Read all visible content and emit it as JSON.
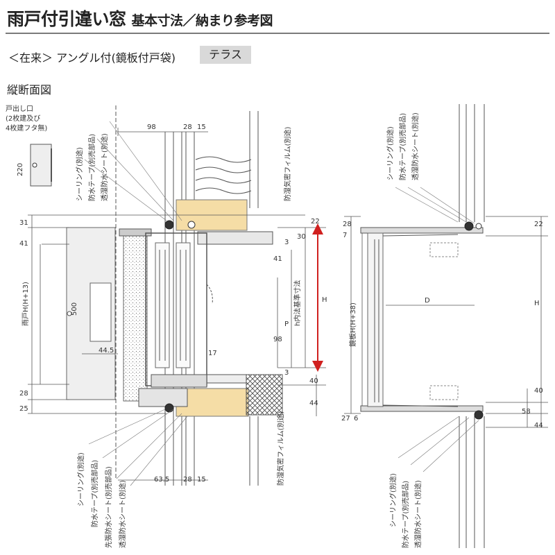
{
  "header": {
    "title": "雨戸付引違い窓",
    "subtitle": "基本寸法／納まり参考図",
    "spec": "＜在来＞ アングル付(鏡板付戸袋)",
    "tag": "テラス",
    "section": "縦断面図"
  },
  "left_view": {
    "callout_lines": [
      "戸出し口",
      "(2枚建及び",
      "4枚建フタ無)"
    ],
    "dims_top": [
      "98",
      "28",
      "15"
    ],
    "dims_bottom": [
      "63.5",
      "28",
      "15"
    ],
    "dims_left": [
      "31",
      "41",
      "28",
      "25"
    ],
    "dims_right": [
      "22",
      "30",
      "3",
      "41",
      "98",
      "17",
      "3",
      "40",
      "44"
    ],
    "dim_220": "220",
    "dim_500": "500",
    "dim_44_5": "44.5",
    "label_amado": "雨戸H(H+13)",
    "label_p": "P",
    "label_h_inner": "h内法基準寸法",
    "label_h": "H",
    "notes_top": [
      "シーリング(別途)",
      "防水テープ(別売部品)",
      "透湿防水シート(別途)"
    ],
    "note_top_film": "防湿気密フィルム(別途)",
    "notes_bottom": [
      "シーリング(別途)",
      "防水テープ(別売部品)",
      "先張防水シート(別売部品)",
      "透湿防水シート(別途)"
    ],
    "note_bottom_film": "防湿気密フィルム(別途)"
  },
  "right_view": {
    "dims_left": [
      "28",
      "7",
      "27",
      "6"
    ],
    "dims_right": [
      "22",
      "40",
      "58",
      "44"
    ],
    "label_kagami": "鏡板H(H+38)",
    "label_d": "D",
    "label_h": "H",
    "notes_top": [
      "シーリング(別途)",
      "防水テープ(別売部品)",
      "透湿防水シート(別途)"
    ],
    "notes_bottom": [
      "シーリング(別途)",
      "防水テープ(別売部品)",
      "透湿防水シート(別途)"
    ]
  },
  "colors": {
    "accent": "#d0201f",
    "insulation": "#f5dda6",
    "frame": "#555555"
  }
}
